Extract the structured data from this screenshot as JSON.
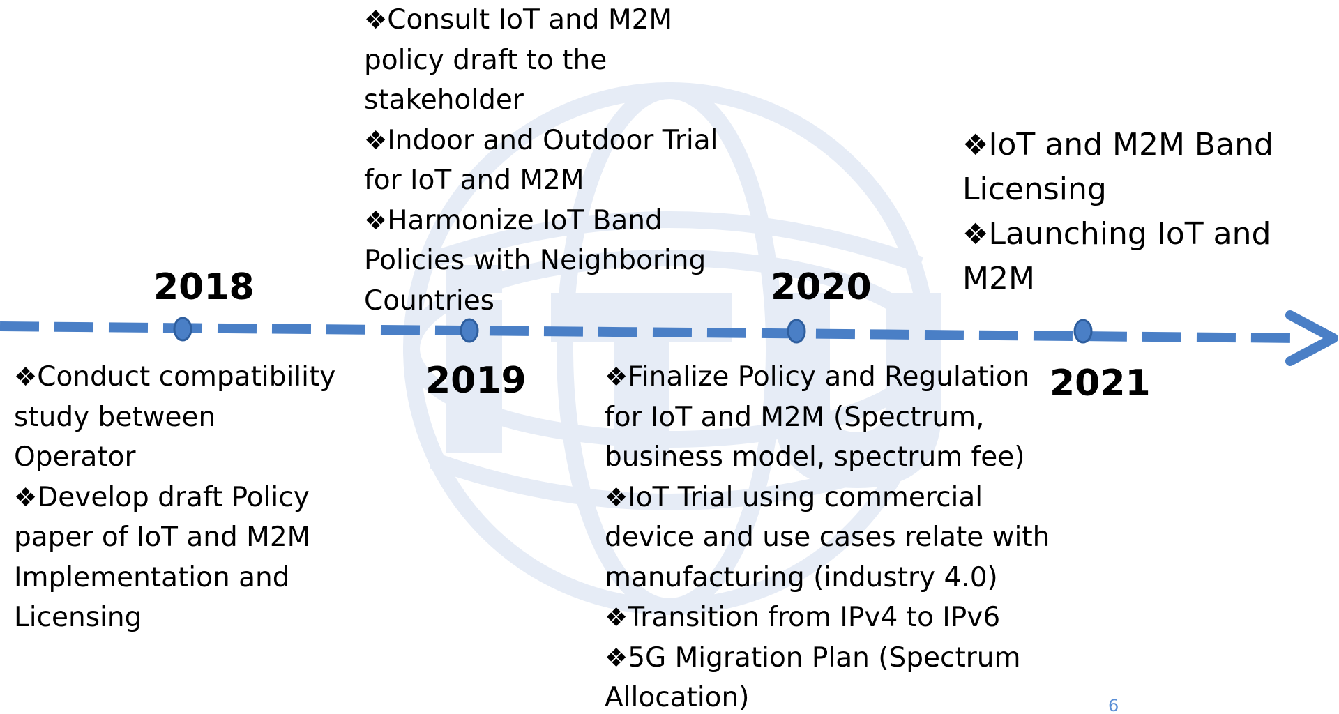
{
  "watermark_text": "ITU",
  "colors": {
    "timeline": "#4a7fc6",
    "watermark": "#e6ecf6",
    "page_number": "#5b8fd6"
  },
  "bullet_symbol": "❖",
  "milestones": [
    {
      "year": "2018",
      "items": [
        "Conduct compatibility study between Operator",
        "Develop draft Policy paper of IoT and M2M Implementation and Licensing"
      ]
    },
    {
      "year": "2019",
      "items": [
        "Consult IoT and M2M policy draft to the stakeholder",
        "Indoor and Outdoor Trial for IoT and M2M",
        "Harmonize IoT Band Policies with Neighboring Countries"
      ]
    },
    {
      "year": "2020",
      "items": [
        "Finalize Policy and Regulation for IoT and M2M (Spectrum, business model, spectrum fee)",
        "IoT Trial using commercial device and use cases relate with manufacturing (industry 4.0)",
        "Transition from IPv4 to IPv6",
        "5G Migration Plan (Spectrum Allocation)"
      ]
    },
    {
      "year": "2021",
      "items": [
        "IoT and M2M Band Licensing",
        "Launching IoT and M2M"
      ]
    }
  ],
  "page_number": "6"
}
